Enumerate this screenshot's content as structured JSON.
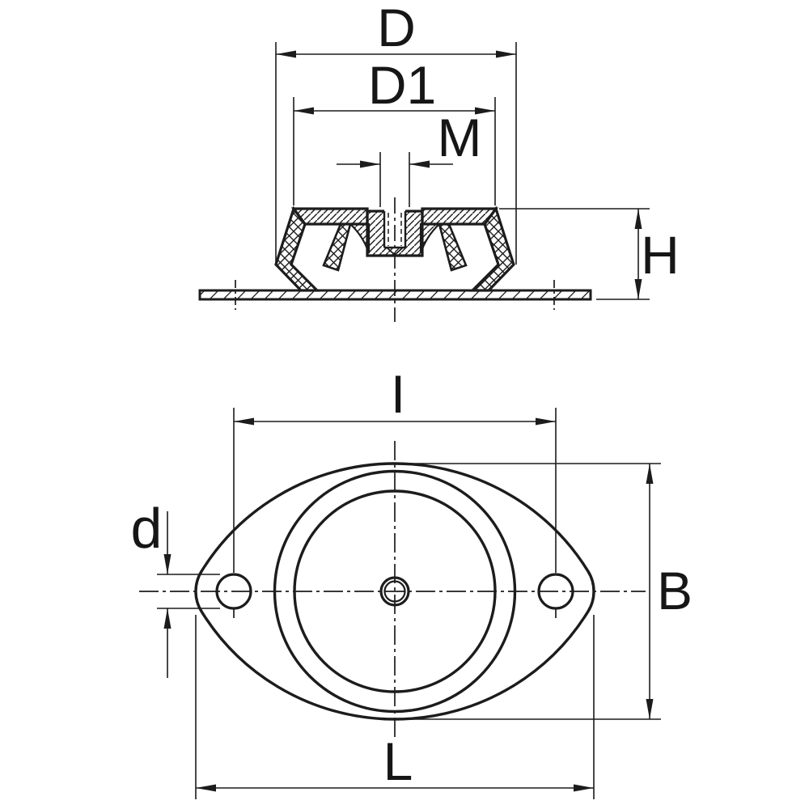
{
  "drawing": {
    "description": "Technical drawing of an oval-flange rubber anti-vibration mount: upper cross-section view and lower plan view",
    "background_color": "#ffffff",
    "line_color": "#1c1c1c",
    "dim_labels": {
      "outer_diameter": "D",
      "top_plate_diameter": "D1",
      "thread_size": "M",
      "height": "H",
      "bolt_hole_spacing": "I",
      "bolt_hole_diameter": "d",
      "flange_width": "B",
      "flange_length": "L"
    }
  }
}
